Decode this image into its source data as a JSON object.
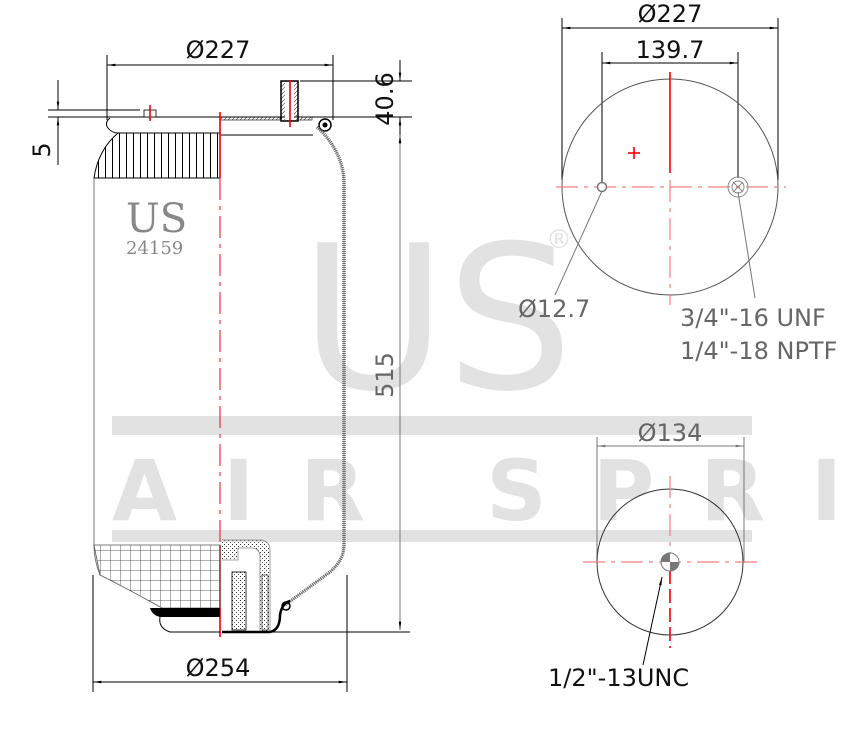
{
  "watermark": {
    "brand_letters": "US",
    "registered_mark": "®",
    "tagline": "AIR SPRING",
    "color": "#e2e2e2"
  },
  "model": {
    "brand": "US",
    "part_number": "24159"
  },
  "side_view": {
    "top_diameter": "Ø227",
    "bottom_diameter": "Ø254",
    "overall_height": "515",
    "stud_height": "40.6",
    "plate_offset": "5"
  },
  "top_plan_view": {
    "outer_diameter": "Ø227",
    "bolt_spacing": "139.7",
    "stud_hole_diameter": "Ø12.7",
    "air_fitting_thread_1": "3/4\"-16 UNF",
    "air_fitting_thread_2": "1/4\"-18 NPTF"
  },
  "bottom_plan_view": {
    "piston_diameter": "Ø134",
    "bottom_thread": "1/2\"-13UNC"
  },
  "colors": {
    "centerline": "#e33333",
    "line": "#000000",
    "dimension_gray": "#666666"
  }
}
